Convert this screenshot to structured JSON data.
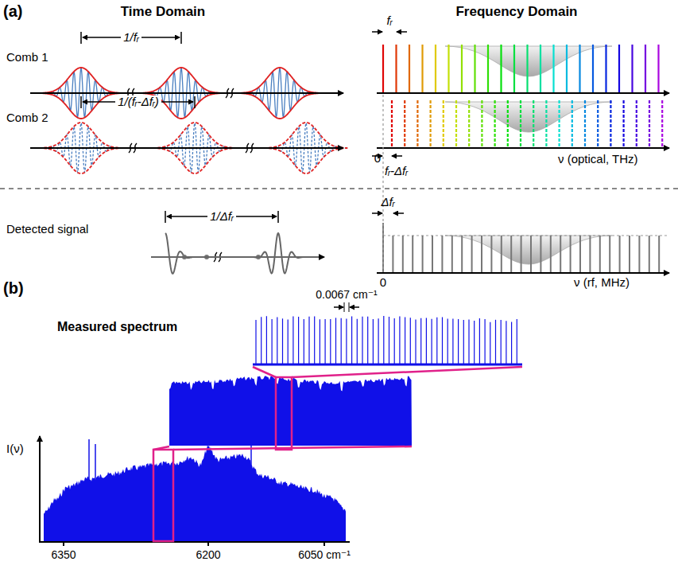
{
  "diagram": {
    "labels": [
      "(a)",
      "Time Domain",
      "Frequency Domain",
      "Comb 1",
      "1/fᵣ",
      "fᵣ",
      "Comb 2",
      "1/(fᵣ-Δfᵣ)",
      "0",
      "fᵣ-Δfᵣ",
      "ν (optical, THz)",
      "Detected signal",
      "1/Δfᵣ",
      "Δfᵣ",
      "0",
      "ν (rf, MHz)",
      "(b)",
      "0.0067 cm⁻¹",
      "Measured spectrum",
      "I(ν)",
      "6350",
      "6200",
      "6050 cm⁻¹"
    ]
  }
}
